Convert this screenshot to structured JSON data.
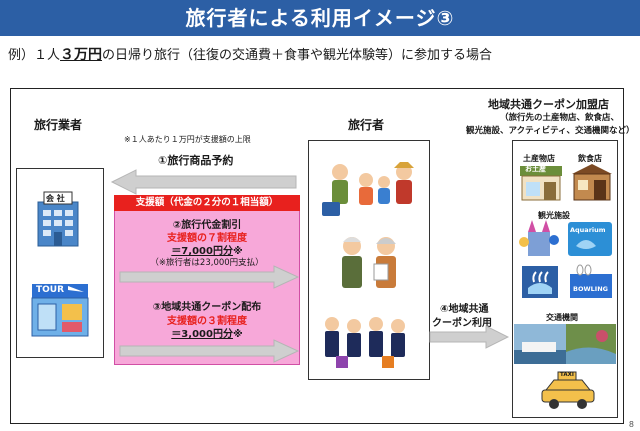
{
  "title": "旅行者による利用イメージ③",
  "example": {
    "prefix": "例）１人",
    "amount": "３万円",
    "suffix": "の日帰り旅行（往復の交通費＋食事や観光体験等）に参加する場合"
  },
  "agency": {
    "label": "旅行業者",
    "building_sign": "会 社",
    "tour_sign": "TOUR"
  },
  "limit_note": "※１人あたり１万円が支援額の上限",
  "step1": "①旅行商品予約",
  "support": {
    "header": "支援額（代金の２分の１相当額）",
    "step2_title": "②旅行代金割引",
    "step2_rate": "支援額の７割程度",
    "step2_amount": "＝7,000円分",
    "step2_mark": "※",
    "step2_note": "（※旅行者は23,000円支払）",
    "step3_title": "③地域共通クーポン配布",
    "step3_rate": "支援額の３割程度",
    "step3_amount": "＝3,000円分",
    "step3_mark": "※"
  },
  "traveler": {
    "label": "旅行者"
  },
  "step4": {
    "line1": "④地域共通",
    "line2": "クーポン利用"
  },
  "member_stores": {
    "title": "地域共通クーポン加盟店",
    "subtitle_1": "（旅行先の土産物店、飲食店、",
    "subtitle_2": "観光施設、アクティビティ、交通機関など）",
    "souvenir_label": "土産物店",
    "souvenir_sign": "お土産",
    "restaurant_label": "飲食店",
    "sightseeing_label": "観光施設",
    "aquarium_sign": "Aquarium",
    "bowling_sign": "BOWLING",
    "transport_label": "交通機関",
    "taxi_sign": "TAXI"
  },
  "page_number": "8",
  "colors": {
    "header_bg": "#2c5fa5",
    "pink_panel": "#f7a8d9",
    "accent_red": "#e8211e",
    "arrow_gray": "#cfcfcf"
  }
}
